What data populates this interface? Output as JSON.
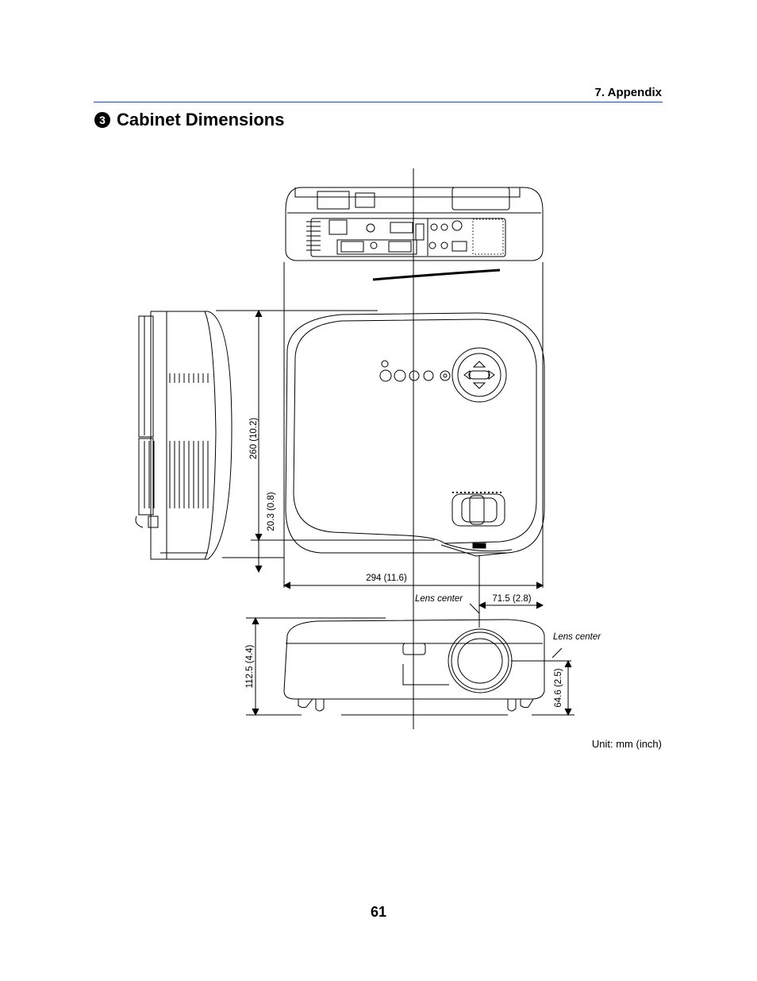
{
  "header": {
    "section": "7. Appendix",
    "number": "3",
    "title": "Cabinet Dimensions"
  },
  "diagram": {
    "dim_height_side": "260 (10.2)",
    "dim_foot_height": "20.3 (0.8)",
    "dim_width": "294 (11.6)",
    "dim_lens_offset": "71.5 (2.8)",
    "dim_front_height": "112.5 (4.4)",
    "dim_lens_height": "64.6 (2.5)",
    "lens_center_label_1": "Lens center",
    "lens_center_label_2": "Lens center"
  },
  "unit_note": "Unit: mm (inch)",
  "page_number": "61"
}
